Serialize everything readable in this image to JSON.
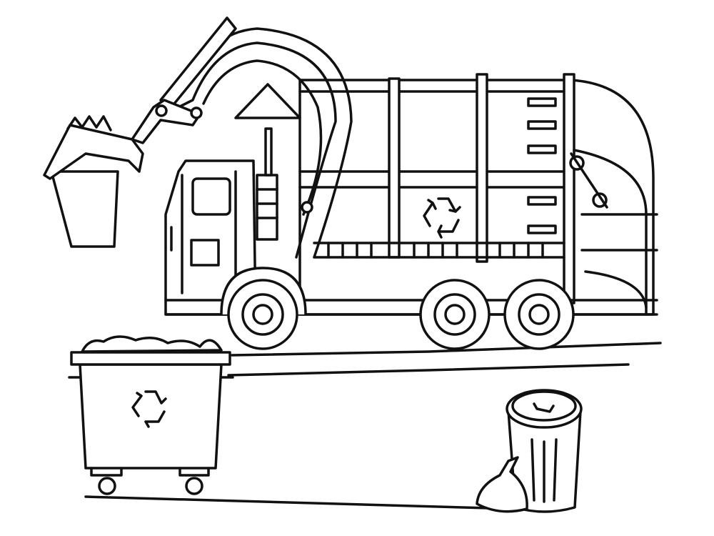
{
  "illustration": {
    "style": "coloring-page line art",
    "colors": {
      "line": "#111111",
      "background": "#ffffff"
    },
    "icons": [
      "garbage-truck",
      "recycle-icon",
      "dumpster",
      "trash-can",
      "trash-bag"
    ]
  }
}
